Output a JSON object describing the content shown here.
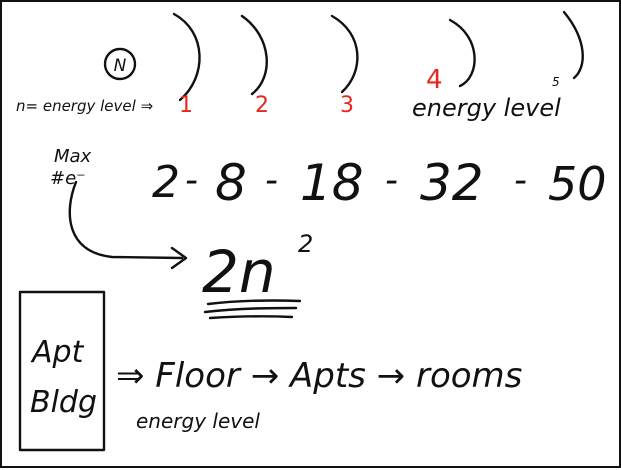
{
  "labels": {
    "nucleus": "N",
    "n_definition": "n= energy level ⇒",
    "level_numbers": [
      "1",
      "2",
      "3",
      "4",
      "5"
    ],
    "energy_level_right": "energy level",
    "max_electrons": "Max\n#e⁻",
    "series": [
      "2",
      "-",
      "8",
      "-",
      "18",
      "-",
      "32",
      "-",
      "50"
    ],
    "formula_base": "2n",
    "formula_exponent": "2",
    "apt_box_top": "Apt",
    "apt_box_bottom": "Bldg",
    "analogy": "⇒ Floor → Apts → rooms",
    "energy_level_bottom": "energy level"
  },
  "colors": {
    "ink": "#111111",
    "red": "#e8261e",
    "background": "#ffffff"
  }
}
